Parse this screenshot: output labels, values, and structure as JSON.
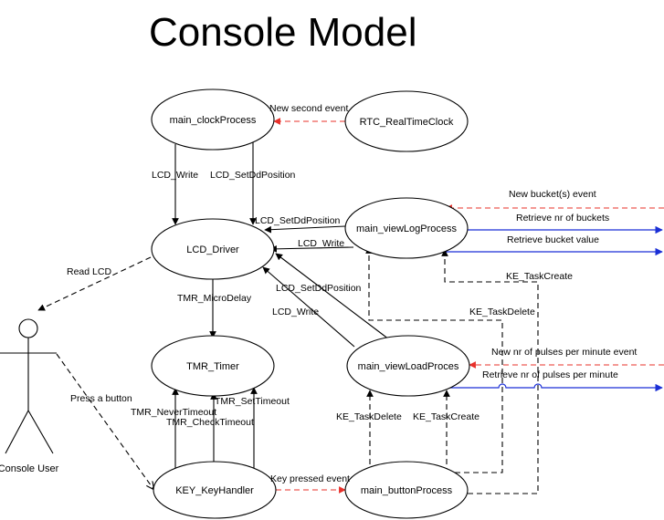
{
  "title": "Console Model",
  "colors": {
    "default": "#000000",
    "event": "#e8302a",
    "data": "#1a2fd6"
  },
  "nodes": {
    "clock": "main_clockProcess",
    "rtc": "RTC_RealTimeClock",
    "lcd": "LCD_Driver",
    "viewlog": "main_viewLogProcess",
    "timer": "TMR_Timer",
    "viewload": "main_viewLoadProces",
    "key": "KEY_KeyHandler",
    "button": "main_buttonProcess"
  },
  "actor": {
    "label": "Console User"
  },
  "edges": {
    "new_second_event": "New second event",
    "lcd_write_clock": "LCD_Write",
    "lcd_setdd_clock": "LCD_SetDdPosition",
    "lcd_setdd_log": "LCD_SetDdPosition",
    "lcd_write_log": "LCD_Write",
    "new_bucket_event": "New bucket(s) event",
    "retrieve_nr_buckets": "Retrieve nr of buckets",
    "retrieve_bucket_value": "Retrieve bucket value",
    "read_lcd": "Read LCD",
    "tmr_microdelay": "TMR_MicroDelay",
    "ke_taskcreate_log": "KE_TaskCreate",
    "lcd_setdd_load": "LCD_SetDdPosition",
    "ke_taskdelete_log": "KE_TaskDelete",
    "lcd_write_load": "LCD_Write",
    "new_pulses_event": "New nr of pulses per minute event",
    "retrieve_pulses": "Retrieve nr of pulses per minute",
    "press_button": "Press a button",
    "tmr_settimeout": "TMR_SetTimeout",
    "tmr_nevertimeout": "TMR_NeverTimeout",
    "tmr_checktimeout": "TMR_CheckTimeout",
    "ke_taskdelete_load": "KE_TaskDelete",
    "ke_taskcreate_load": "KE_TaskCreate",
    "key_pressed_event": "Key pressed event"
  }
}
